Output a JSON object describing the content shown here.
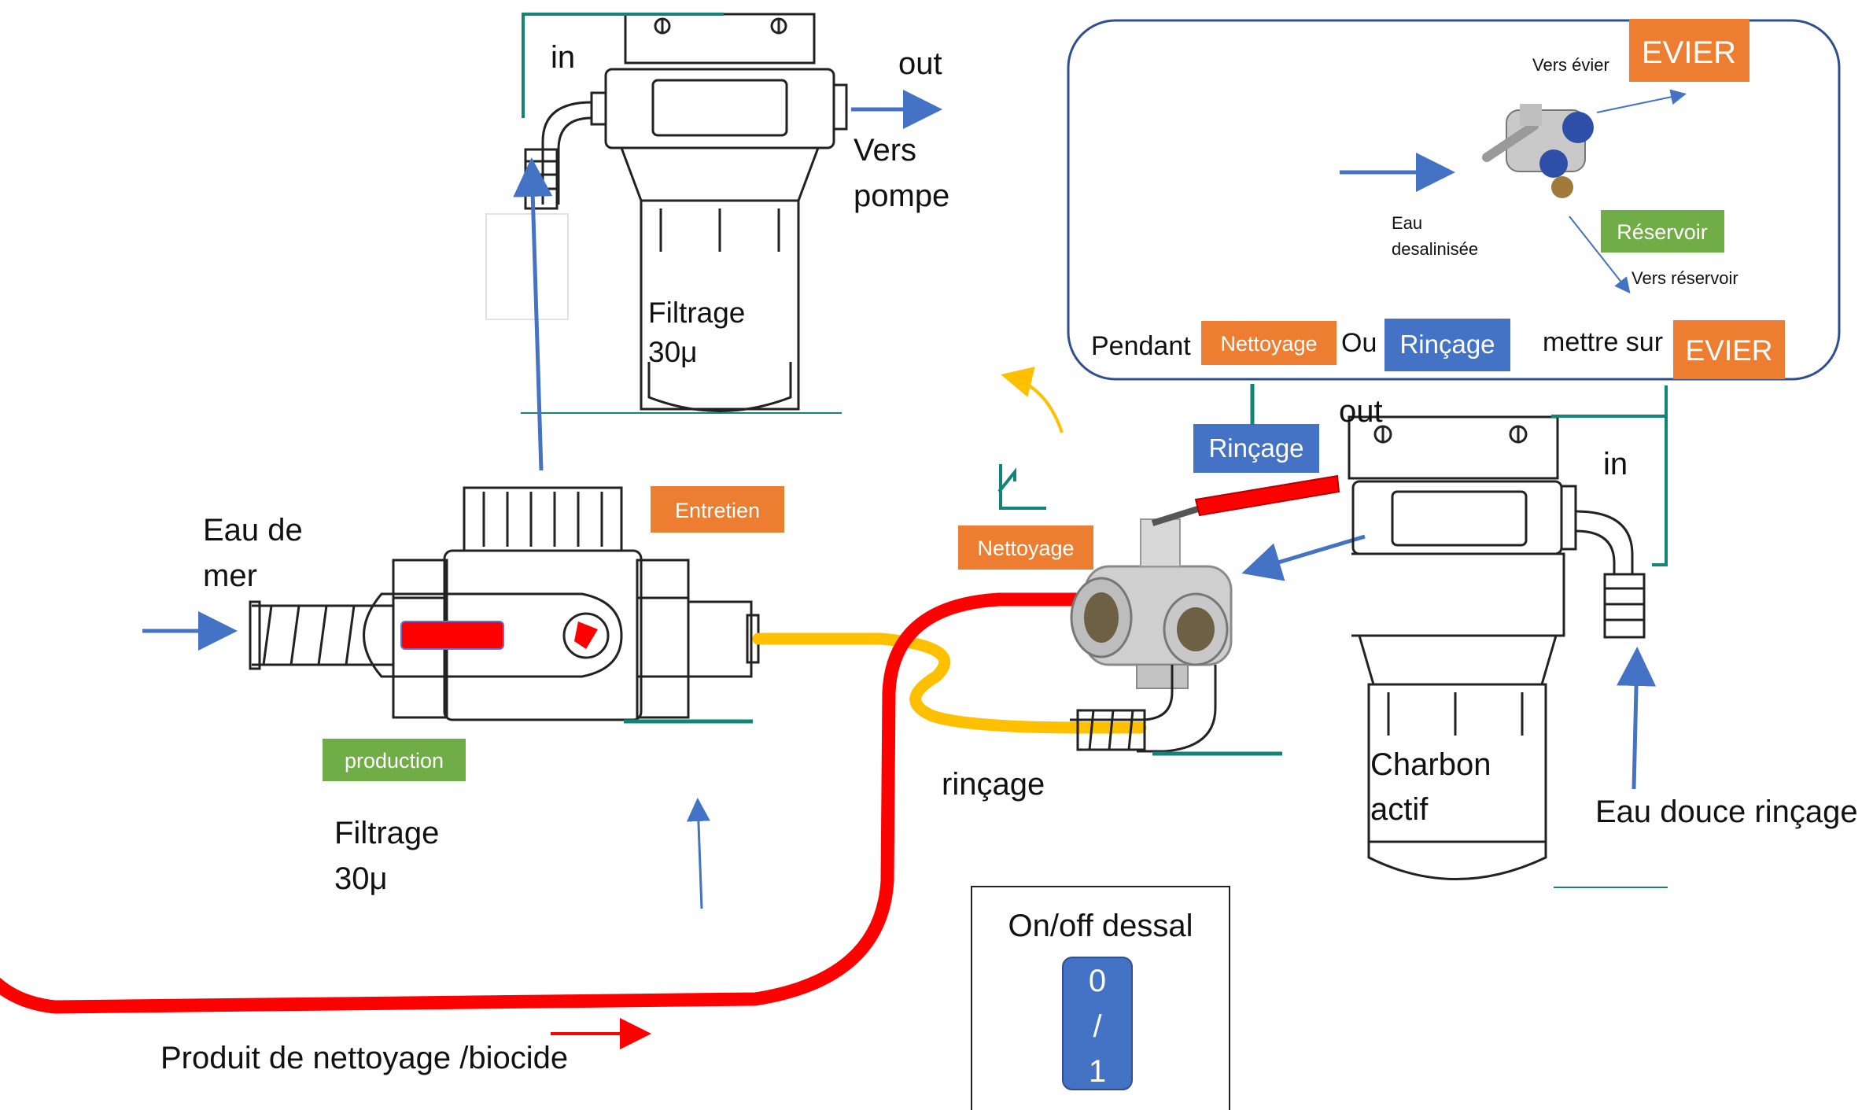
{
  "colors": {
    "arrow_blue": "#4472c4",
    "tag_orange": "#ed7d31",
    "tag_green": "#70ad47",
    "tag_blue": "#4472c4",
    "teal": "#138576",
    "hose_red": "#ff0000",
    "hose_yellow": "#ffc000",
    "arrow_yellow": "#ffc000",
    "outline": "#2f4f8f"
  },
  "labels": {
    "top_in": "in",
    "top_out": "out",
    "vers_pompe_1": "Vers",
    "vers_pompe_2": "pompe",
    "filtrage_top_1": "Filtrage",
    "filtrage_top_2": "30μ",
    "eau_de_mer_1": "Eau de",
    "eau_de_mer_2": "mer",
    "filtrage_left_1": "Filtrage",
    "filtrage_left_2": "30μ",
    "produit": "Produit de nettoyage /biocide",
    "rincage_hose": "rinçage",
    "charbon_1": "Charbon",
    "charbon_2": "actif",
    "eau_douce": "Eau douce rinçage",
    "right_in": "in",
    "right_out": "out"
  },
  "tags": {
    "entretien": "Entretien",
    "production": "production",
    "nettoyage_valve": "Nettoyage",
    "rincage_valve": "Rinçage"
  },
  "callout": {
    "vers_evier": "Vers évier",
    "evier_top": "EVIER",
    "eau_desal_1": "Eau",
    "eau_desal_2": "desalinisée",
    "reservoir": "Réservoir",
    "vers_reservoir": "Vers réservoir",
    "pendant": "Pendant",
    "nettoyage": "Nettoyage",
    "ou": "Ou",
    "rincage": "Rinçage",
    "mettre_sur": "mettre sur",
    "evier_bottom": "EVIER"
  },
  "onoff": {
    "title": "On/off dessal",
    "line_0": "0",
    "line_sep": "/",
    "line_1": "1"
  }
}
